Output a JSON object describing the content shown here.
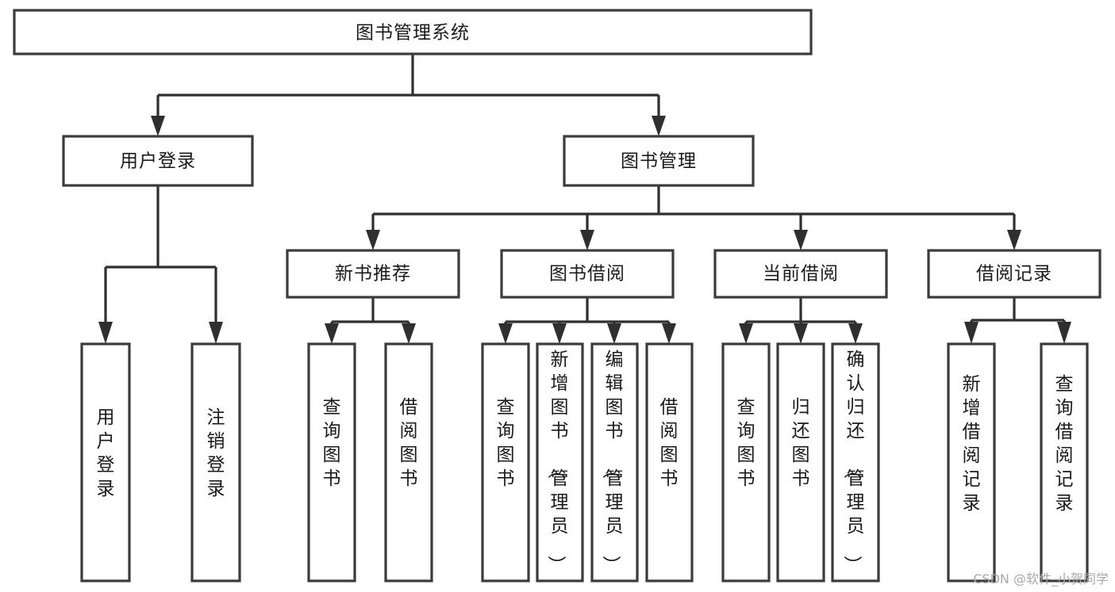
{
  "diagram": {
    "type": "tree-hierarchy-chart",
    "title": "图书管理系统",
    "orientation": "top-down",
    "background_color": "#ffffff",
    "box_stroke_color": "#3b3b3b",
    "box_fill_color": "#ffffff",
    "connector_color": "#2f2f2f",
    "text_color": "#1a1a1a",
    "root": {
      "id": "root",
      "label": "图书管理系统",
      "text_orientation": "horizontal"
    },
    "level2": [
      {
        "id": "user-login",
        "label": "用户登录",
        "text_orientation": "horizontal"
      },
      {
        "id": "book-manage",
        "label": "图书管理",
        "text_orientation": "horizontal"
      }
    ],
    "level3": [
      {
        "id": "new-book-recommend",
        "label": "新书推荐",
        "parent": "book-manage",
        "text_orientation": "horizontal"
      },
      {
        "id": "book-borrow",
        "label": "图书借阅",
        "parent": "book-manage",
        "text_orientation": "horizontal"
      },
      {
        "id": "current-borrow",
        "label": "当前借阅",
        "parent": "book-manage",
        "text_orientation": "horizontal"
      },
      {
        "id": "borrow-record",
        "label": "借阅记录",
        "parent": "book-manage",
        "text_orientation": "horizontal"
      }
    ],
    "leaves": [
      {
        "id": "leaf-user-login",
        "label": "用户登录",
        "parent": "user-login",
        "text_orientation": "vertical",
        "chars": [
          "用",
          "户",
          "登",
          "录"
        ]
      },
      {
        "id": "leaf-logout-login",
        "label": "注销登录",
        "parent": "user-login",
        "text_orientation": "vertical",
        "chars": [
          "注",
          "销",
          "登",
          "录"
        ]
      },
      {
        "id": "leaf-query-book-1",
        "label": "查询图书",
        "parent": "new-book-recommend",
        "text_orientation": "vertical",
        "chars": [
          "查",
          "询",
          "图",
          "书"
        ]
      },
      {
        "id": "leaf-borrow-book-1",
        "label": "借阅图书",
        "parent": "new-book-recommend",
        "text_orientation": "vertical",
        "chars": [
          "借",
          "阅",
          "图",
          "书"
        ]
      },
      {
        "id": "leaf-query-book-2",
        "label": "查询图书",
        "parent": "book-borrow",
        "text_orientation": "vertical",
        "chars": [
          "查",
          "询",
          "图",
          "书"
        ]
      },
      {
        "id": "leaf-add-book-admin",
        "label": "新增图书（管理员）",
        "parent": "book-borrow",
        "text_orientation": "vertical",
        "chars": [
          "新",
          "增",
          "图",
          "书",
          "（",
          "管",
          "理",
          "员",
          "）"
        ]
      },
      {
        "id": "leaf-edit-book-admin",
        "label": "编辑图书（管理员）",
        "parent": "book-borrow",
        "text_orientation": "vertical",
        "chars": [
          "编",
          "辑",
          "图",
          "书",
          "（",
          "管",
          "理",
          "员",
          "）"
        ]
      },
      {
        "id": "leaf-borrow-book-2",
        "label": "借阅图书",
        "parent": "book-borrow",
        "text_orientation": "vertical",
        "chars": [
          "借",
          "阅",
          "图",
          "书"
        ]
      },
      {
        "id": "leaf-query-book-3",
        "label": "查询图书",
        "parent": "current-borrow",
        "text_orientation": "vertical",
        "chars": [
          "查",
          "询",
          "图",
          "书"
        ]
      },
      {
        "id": "leaf-return-book",
        "label": "归还图书",
        "parent": "current-borrow",
        "text_orientation": "vertical",
        "chars": [
          "归",
          "还",
          "图",
          "书"
        ]
      },
      {
        "id": "leaf-confirm-return-admin",
        "label": "确认归还（管理员）",
        "parent": "current-borrow",
        "text_orientation": "vertical",
        "chars": [
          "确",
          "认",
          "归",
          "还",
          "（",
          "管",
          "理",
          "员",
          "）"
        ]
      },
      {
        "id": "leaf-add-borrow-record",
        "label": "新增借阅记录",
        "parent": "borrow-record",
        "text_orientation": "vertical",
        "chars": [
          "新",
          "增",
          "借",
          "阅",
          "记",
          "录"
        ]
      },
      {
        "id": "leaf-query-borrow-record",
        "label": "查询借阅记录",
        "parent": "borrow-record",
        "text_orientation": "vertical",
        "chars": [
          "查",
          "询",
          "借",
          "阅",
          "记",
          "录"
        ]
      }
    ]
  },
  "watermark": {
    "text": "CSDN @软件_小贺同学",
    "color": "#a8a8a8"
  }
}
